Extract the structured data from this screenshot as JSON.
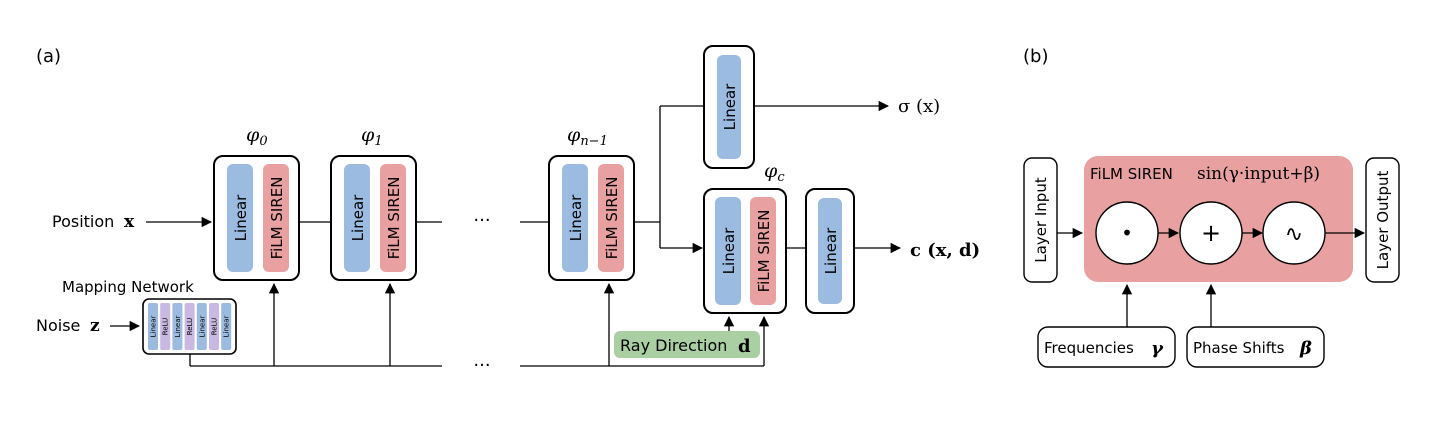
{
  "panel_a": {
    "label": "(a)",
    "position_text": "Position",
    "position_var": "x",
    "noise_text": "Noise",
    "noise_var": "z",
    "mapping_network_title": "Mapping Network",
    "mapping_layers": [
      "Linear",
      "ReLU",
      "Linear",
      "ReLU",
      "Linear",
      "ReLU",
      "Linear"
    ],
    "phi_symbol": "φ",
    "phi0_sub": "0",
    "phi1_sub": "1",
    "phin_sub": "n−1",
    "phic_sub": "c",
    "linear": "Linear",
    "film_siren": "FiLM SIREN",
    "ellipsis": "···",
    "ray_direction_text": "Ray Direction",
    "ray_direction_var": "d",
    "sigma_output": "σ (x)",
    "color_output": "c (x, d)",
    "colors": {
      "linear": "#9cbbe0",
      "film_siren": "#e8a0a0",
      "ray_direction": "#a9cfa3",
      "relu": "#c9b8e2"
    }
  },
  "panel_b": {
    "label": "(b)",
    "layer_input": "Layer Input",
    "layer_output": "Layer Output",
    "film_siren_title": "FiLM SIREN",
    "formula": "sin(γ·input+β)",
    "multiply_symbol": "•",
    "add_symbol": "+",
    "sine_symbol": "∿",
    "frequencies_text": "Frequencies",
    "frequencies_var": "γ",
    "phase_shifts_text": "Phase Shifts",
    "phase_shifts_var": "β",
    "colors": {
      "film_block": "#e8a0a0"
    }
  }
}
